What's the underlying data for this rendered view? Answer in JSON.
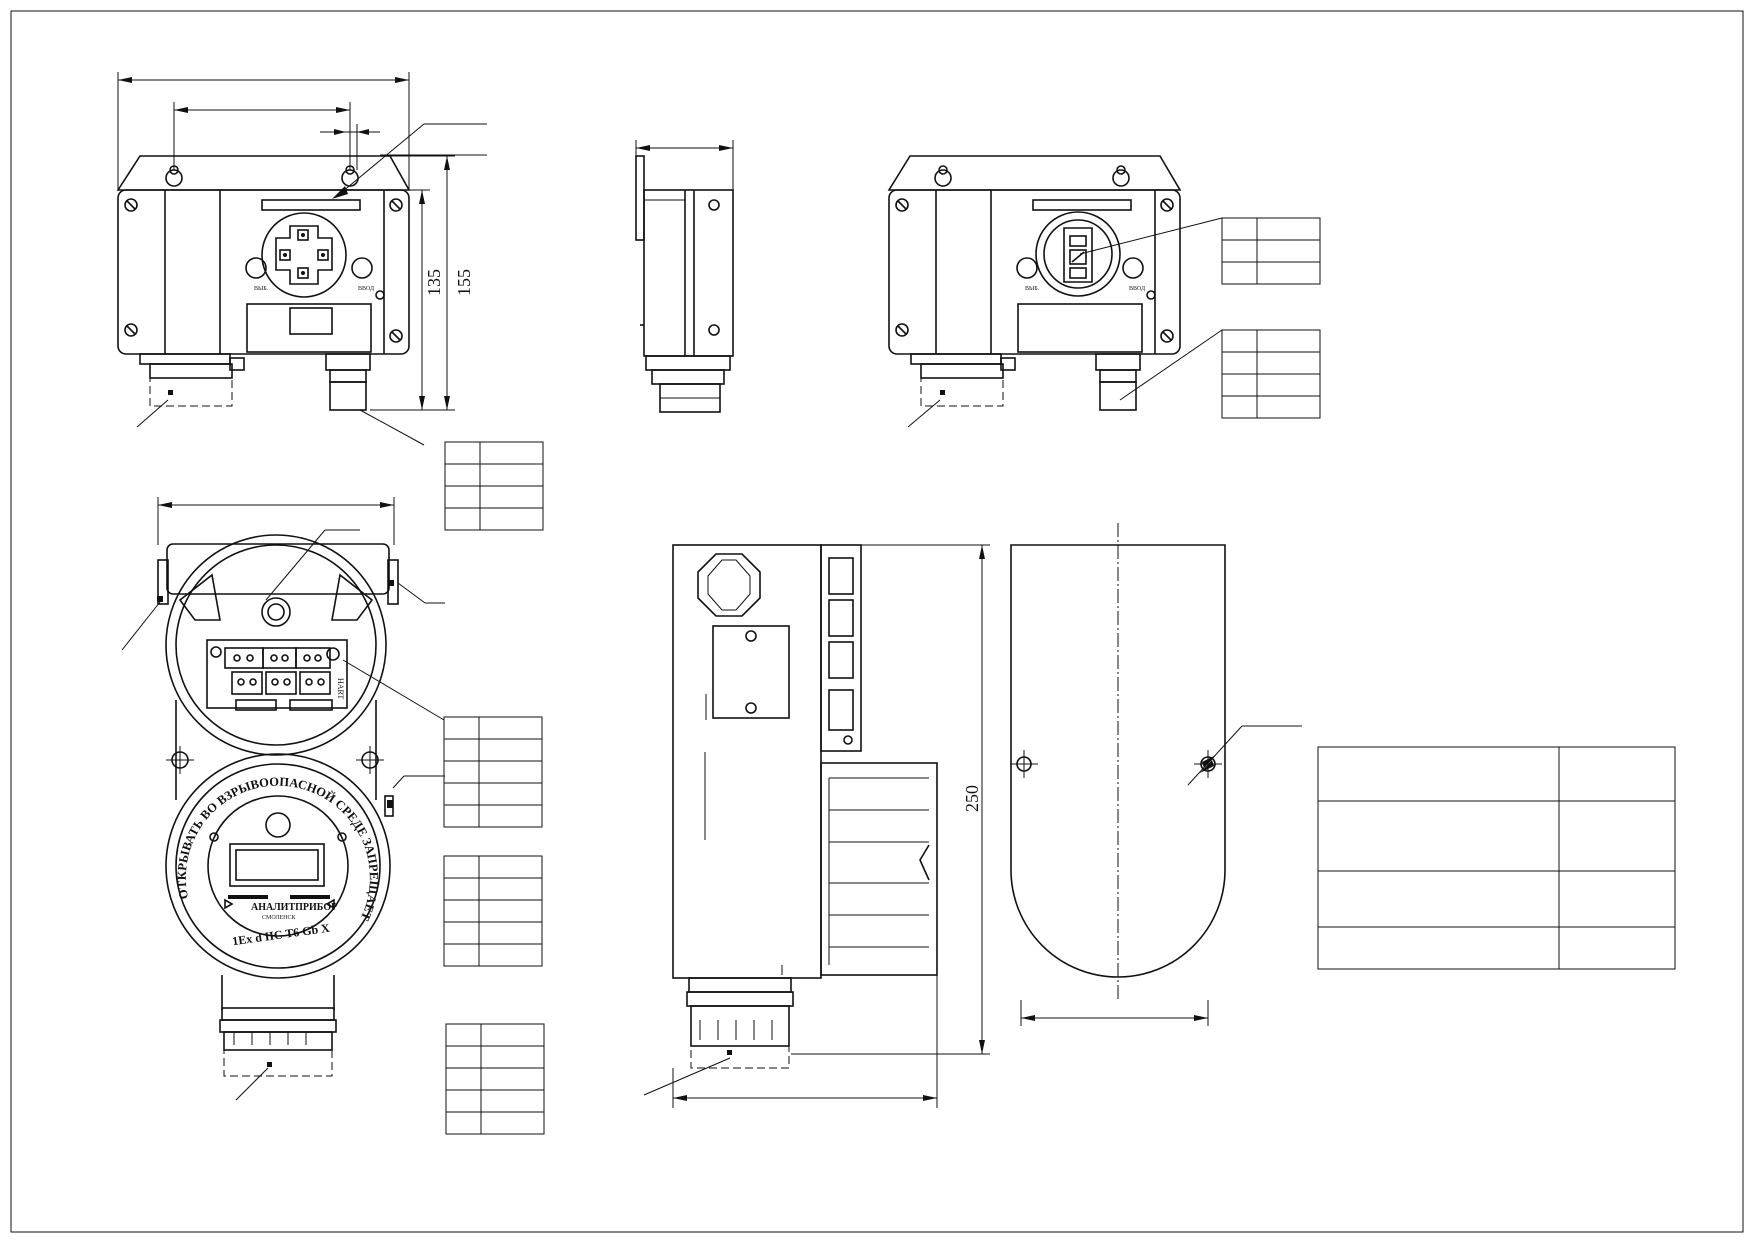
{
  "dimensions": {
    "front_height_inner": "135",
    "front_height_outer": "155",
    "side_height": "250"
  },
  "labels": {
    "left_button": "ВЫБ.",
    "right_button": "ВВОД",
    "hart": "HART",
    "cover_ring_text": "ОТКРЫВАТЬ ВО ВЗРЫВООПАСНОЙ СРЕДЕ ЗАПРЕЩАЕТСЯ",
    "brand": "АНАЛИТПРИБОР",
    "brand_sub": "СМОЛЕНСК",
    "ex_marking": "1Ex d IIC T6 Gb X"
  },
  "callout_tables": [
    {
      "rows": 4,
      "cols": 2
    },
    {
      "rows": 3,
      "cols": 2
    },
    {
      "rows": 4,
      "cols": 2
    },
    {
      "rows": 5,
      "cols": 2
    },
    {
      "rows": 5,
      "cols": 2
    },
    {
      "rows": 5,
      "cols": 2
    }
  ],
  "spec_table": {
    "rows": 4,
    "cols": 2
  }
}
